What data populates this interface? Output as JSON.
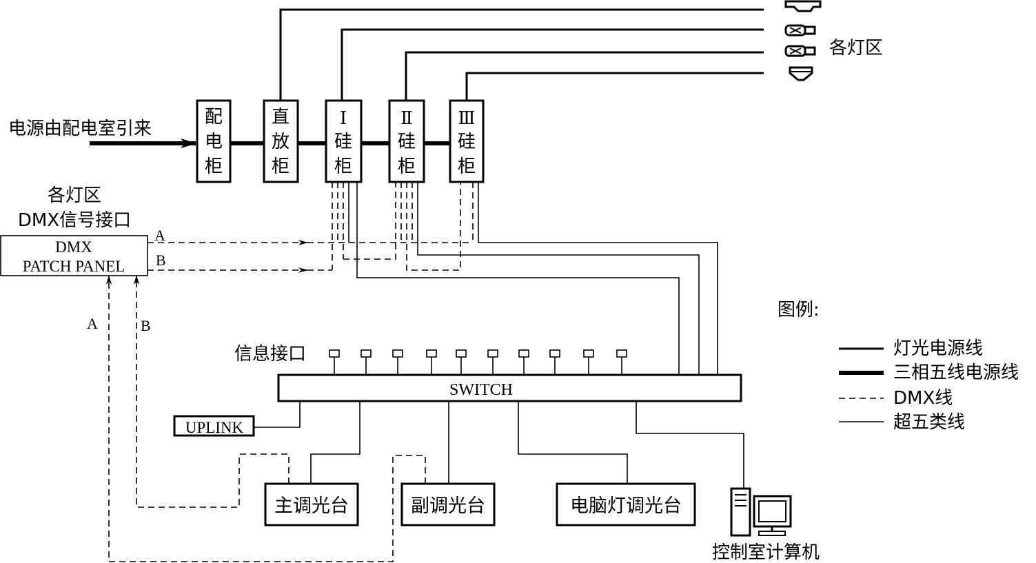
{
  "source_label": "电源由配电室引来",
  "cabinets": {
    "distribution": [
      "配",
      "电",
      "柜"
    ],
    "direct": [
      "直",
      "放",
      "柜"
    ],
    "silicon_1": [
      "Ⅰ",
      "硅",
      "柜"
    ],
    "silicon_2": [
      "Ⅱ",
      "硅",
      "柜"
    ],
    "silicon_3": [
      "Ⅲ",
      "硅",
      "柜"
    ]
  },
  "light_zone_label": "各灯区",
  "dmx_interface_title": [
    "各灯区",
    "DMX信号接口"
  ],
  "dmx_patch_panel": [
    "DMX",
    "PATCH PANEL"
  ],
  "ports": {
    "A": "A",
    "B": "B"
  },
  "info_port_label": "信息接口",
  "switch_label": "SWITCH",
  "uplink_label": "UPLINK",
  "consoles": {
    "main": "主调光台",
    "sub": "副调光台",
    "moving": "电脑灯调光台"
  },
  "control_room_label": "控制室计算机",
  "legend": {
    "title": "图例:",
    "items": [
      {
        "style": "med",
        "label": "灯光电源线"
      },
      {
        "style": "thick",
        "label": "三相五线电源线"
      },
      {
        "style": "dash",
        "label": "DMX线"
      },
      {
        "style": "thin",
        "label": "超五类线"
      }
    ]
  },
  "colors": {
    "ink": "#000000",
    "background": "#ffffff"
  }
}
